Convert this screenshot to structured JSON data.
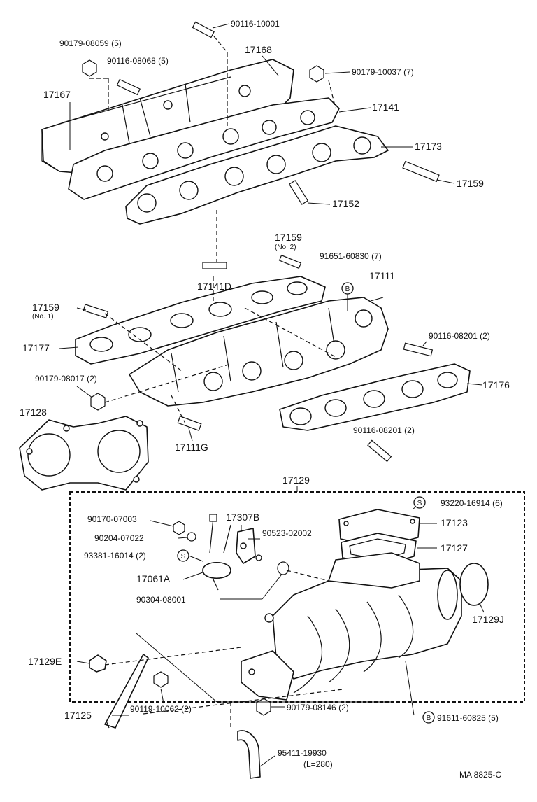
{
  "labels": {
    "p90116_10001": "90116-10001",
    "p90179_08059": "90179-08059 (5)",
    "p90116_08068": "90116-08068 (5)",
    "p17168": "17168",
    "p90179_10037": "90179-10037 (7)",
    "p17167": "17167",
    "p17141": "17141",
    "p17173": "17173",
    "p17159_top": "17159",
    "p17152": "17152",
    "p17159_no2": "17159",
    "p17159_no2_sub": "(No. 2)",
    "p91651_60830": "91651-60830 (7)",
    "p17141D": "17141D",
    "p17111": "17111",
    "p17159_no1": "17159",
    "p17159_no1_sub": "(No. 1)",
    "p90116_08201_a": "90116-08201 (2)",
    "p17177": "17177",
    "p17176": "17176",
    "p90179_08017": "90179-08017 (2)",
    "p17128": "17128",
    "p17111G": "17111G",
    "p90116_08201_b": "90116-08201 (2)",
    "p17129": "17129",
    "p93220_16914": "93220-16914 (6)",
    "p90170_07003": "90170-07003",
    "p17307B": "17307B",
    "p17123": "17123",
    "p90204_07022": "90204-07022",
    "p90523_02002": "90523-02002",
    "p17127": "17127",
    "p93381_16014": "93381-16014 (2)",
    "p17061A": "17061A",
    "p90304_08001": "90304-08001",
    "p17129J": "17129J",
    "p17129E": "17129E",
    "p90119_10062": "90119-10062 (2)",
    "p17125": "17125",
    "p91611_60825": "91611-60825 (5)",
    "p90179_08146": "90179-08146 (2)",
    "p95411_19930": "95411-19930",
    "p95411_19930_sub": "(L=280)",
    "drawing_code": "MA 8825-C"
  },
  "markers": {
    "s_mark": "S",
    "b_mark": "B"
  }
}
